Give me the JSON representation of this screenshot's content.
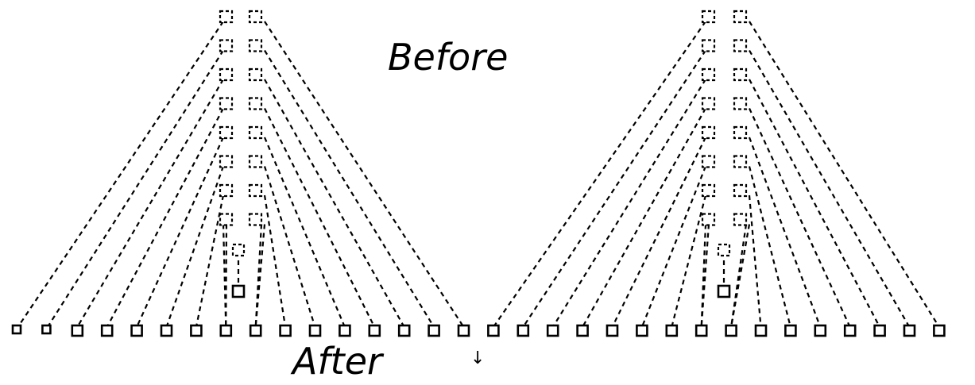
{
  "labels": {
    "before": "Before",
    "after": "After",
    "arrow": "↓"
  },
  "diagram": {
    "stacks": [
      {
        "id": "left",
        "before_pairs": 8,
        "bridge_dashed_boxes": 1,
        "bridge_solid_boxes": 1
      },
      {
        "id": "right",
        "before_pairs": 8,
        "bridge_dashed_boxes": 1,
        "bridge_solid_boxes": 1
      }
    ],
    "after_row_count": 32,
    "colors": {
      "ink": "#000000",
      "paper": "#ffffff"
    }
  }
}
